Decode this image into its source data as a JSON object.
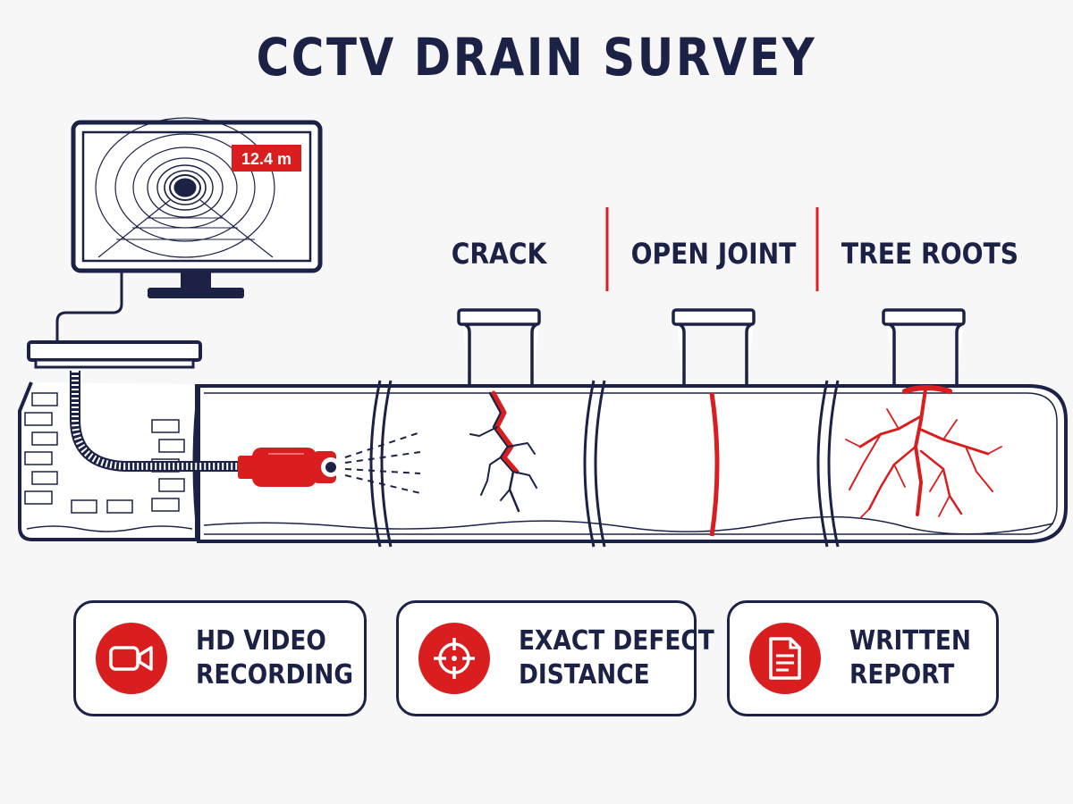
{
  "title": "CCTV DRAIN SURVEY",
  "monitor": {
    "distance_readout": "12.4 m"
  },
  "defect_labels": {
    "crack": "CRACK",
    "open_joint": "OPEN JOINT",
    "tree_roots": "TREE ROOTS"
  },
  "features": [
    {
      "icon": "video-camera-icon",
      "line1": "HD VIDEO",
      "line2": "RECORDING"
    },
    {
      "icon": "crosshair-target-icon",
      "line1": "EXACT DEFECT",
      "line2": "DISTANCE"
    },
    {
      "icon": "document-report-icon",
      "line1": "WRITTEN",
      "line2": "REPORT"
    }
  ],
  "colors": {
    "navy": "#1b2246",
    "red": "#d81e1e",
    "background": "#f7f7f8"
  }
}
